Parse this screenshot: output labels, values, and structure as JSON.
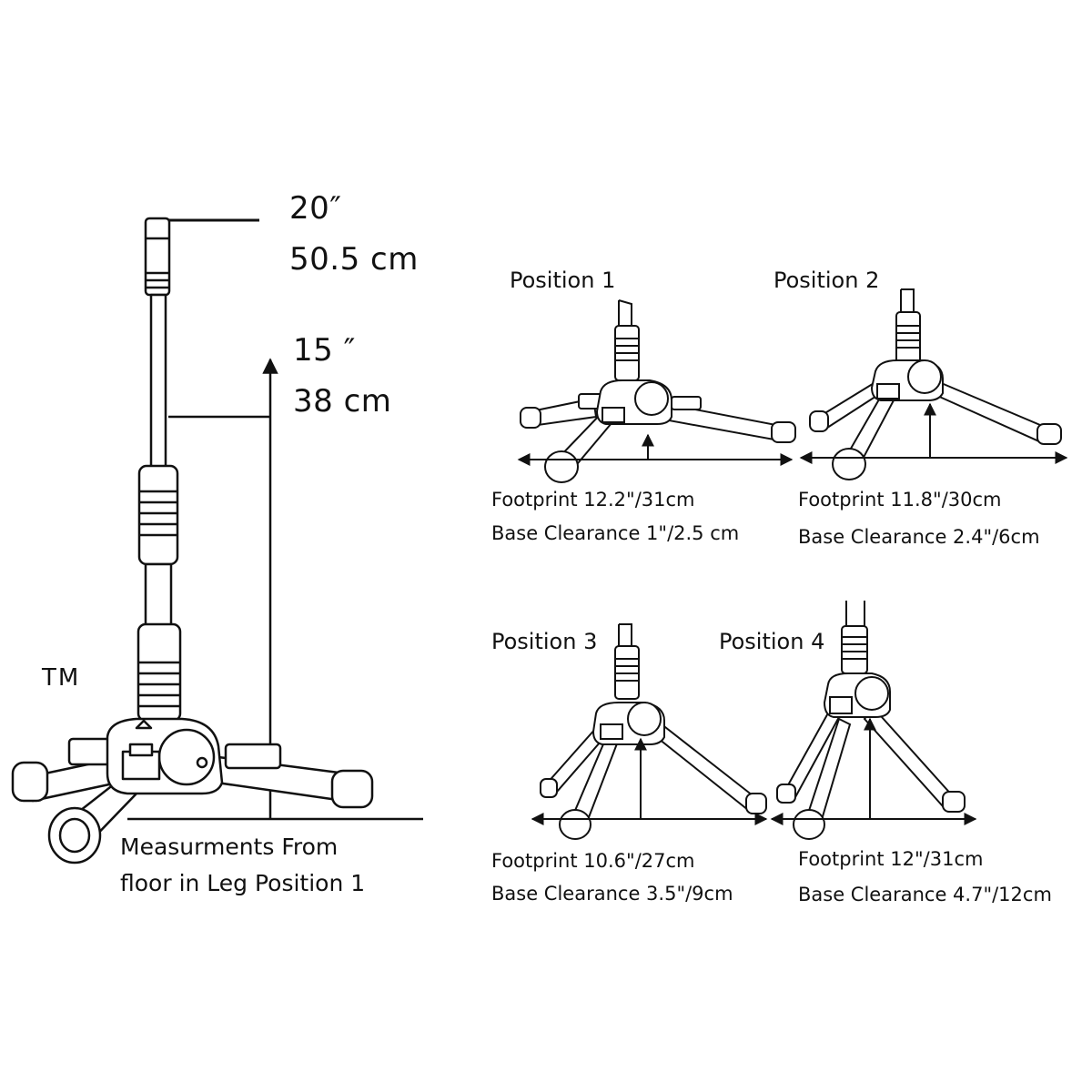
{
  "stand": {
    "top_height_in": "20″",
    "top_height_cm": "50.5 cm",
    "mid_height_in": "15 ″",
    "mid_height_cm": "38 cm",
    "trademark": "TM",
    "note_line1": "Measurments From",
    "note_line2": "floor in Leg Position 1"
  },
  "positions": [
    {
      "label": "Position 1",
      "footprint": "Footprint 12.2\"/31cm",
      "clearance": "Base Clearance 1\"/2.5 cm"
    },
    {
      "label": "Position 2",
      "footprint": "Footprint 11.8\"/30cm",
      "clearance": "Base Clearance 2.4\"/6cm"
    },
    {
      "label": "Position 3",
      "footprint": "Footprint 10.6\"/27cm",
      "clearance": "Base Clearance 3.5\"/9cm"
    },
    {
      "label": "Position 4",
      "footprint": "Footprint 12\"/31cm",
      "clearance": "Base Clearance 4.7\"/12cm"
    }
  ]
}
